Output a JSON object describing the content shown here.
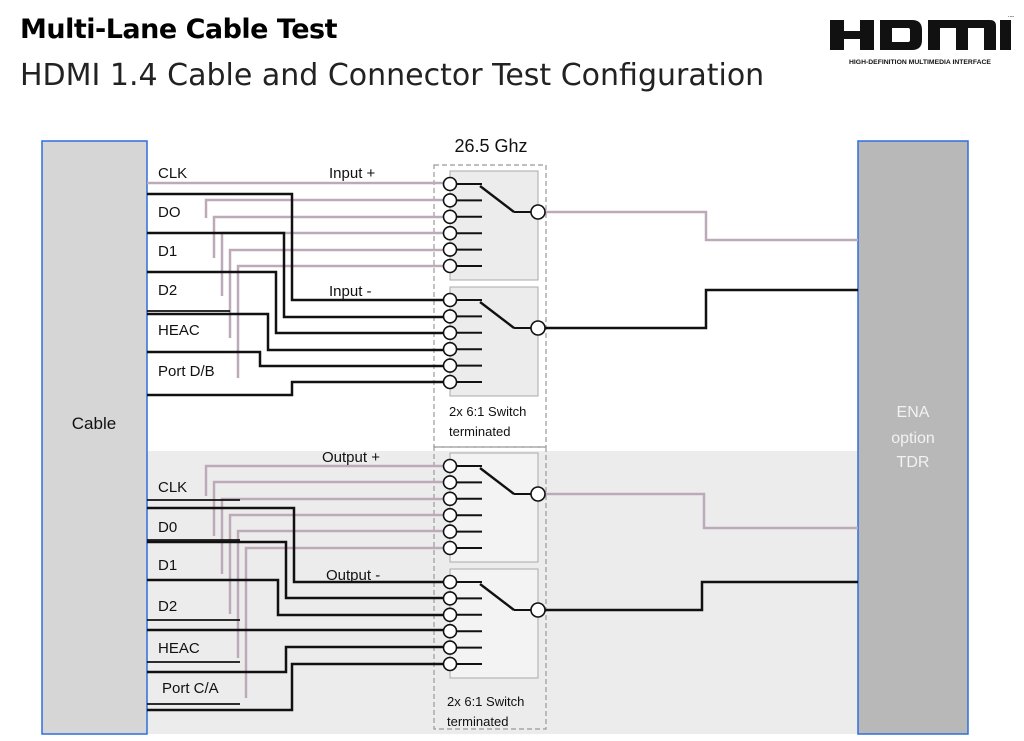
{
  "header": {
    "title": "Multi-Lane Cable Test",
    "subtitle": "HDMI 1.4 Cable and Connector Test Configuration"
  },
  "logo": {
    "wordmark": "HDMI",
    "tm": "™",
    "tagline": "HIGH-DEFINITION MULTIMEDIA INTERFACE"
  },
  "diagram": {
    "frequency_label": "26.5 Ghz",
    "cable_label": "Cable",
    "ena": {
      "line1": "ENA",
      "line2": "option",
      "line3": "TDR"
    },
    "input_lanes": [
      "CLK",
      "DO",
      "D1",
      "D2",
      "HEAC",
      "Port D/B"
    ],
    "output_lanes": [
      "CLK",
      "D0",
      "D1",
      "D2",
      "HEAC",
      "Port C/A"
    ],
    "switch_labels": {
      "input_plus": "Input +",
      "input_minus": "Input -",
      "output_plus": "Output +",
      "output_minus": "Output -"
    },
    "switch_notes": {
      "top_line1": "2x 6:1 Switch",
      "top_line2": "terminated",
      "bottom_line1": "2x 6:1 Switch",
      "bottom_line2": "terminated"
    },
    "colors": {
      "cable_fill": "#d6d6d6",
      "box_border": "#2f6fdb",
      "ena_fill": "#b8b8b8",
      "ena_text": "#f2f2f2",
      "lower_band": "#ececec",
      "wire_dark": "#111111",
      "wire_light": "#bdaab8"
    }
  }
}
